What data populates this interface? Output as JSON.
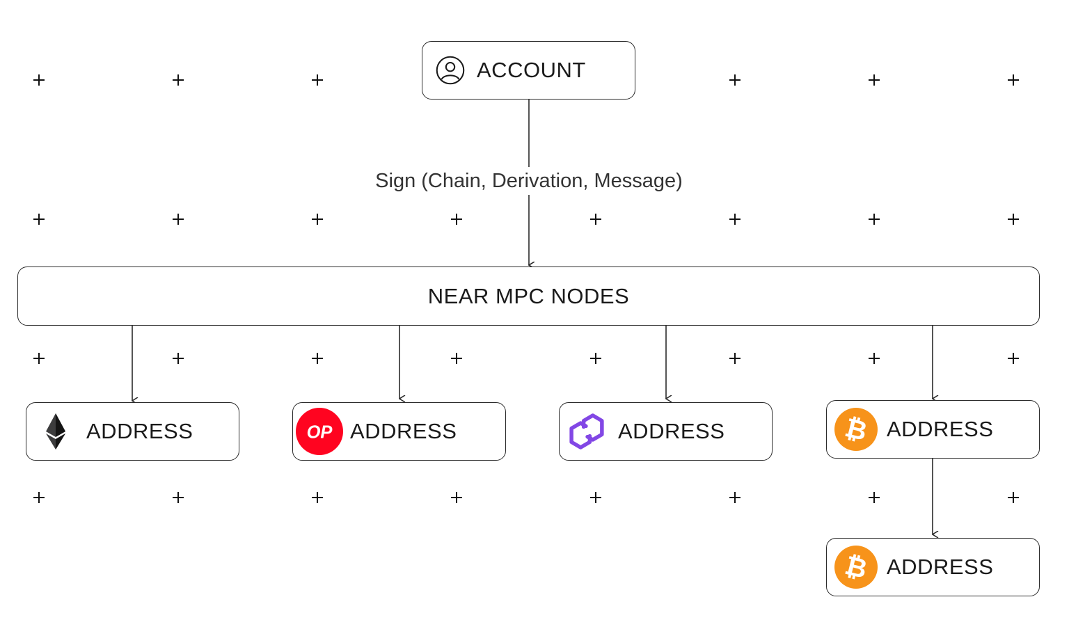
{
  "account": {
    "label": "ACCOUNT",
    "icon": "user-circle-icon"
  },
  "edge_label": "Sign (Chain, Derivation, Message)",
  "mpc": {
    "label": "NEAR MPC NODES"
  },
  "addresses": [
    {
      "label": "ADDRESS",
      "icon": "ethereum-icon",
      "color": "#3c3c3d"
    },
    {
      "label": "ADDRESS",
      "icon": "optimism-icon",
      "color": "#ff0420",
      "icon_text": "OP"
    },
    {
      "label": "ADDRESS",
      "icon": "polygon-icon",
      "color": "#8247e5"
    },
    {
      "label": "ADDRESS",
      "icon": "bitcoin-icon",
      "color": "#f7931a"
    },
    {
      "label": "ADDRESS",
      "icon": "bitcoin-icon",
      "color": "#f7931a"
    }
  ],
  "colors": {
    "line": "#2b2b2b",
    "background": "#ffffff"
  }
}
